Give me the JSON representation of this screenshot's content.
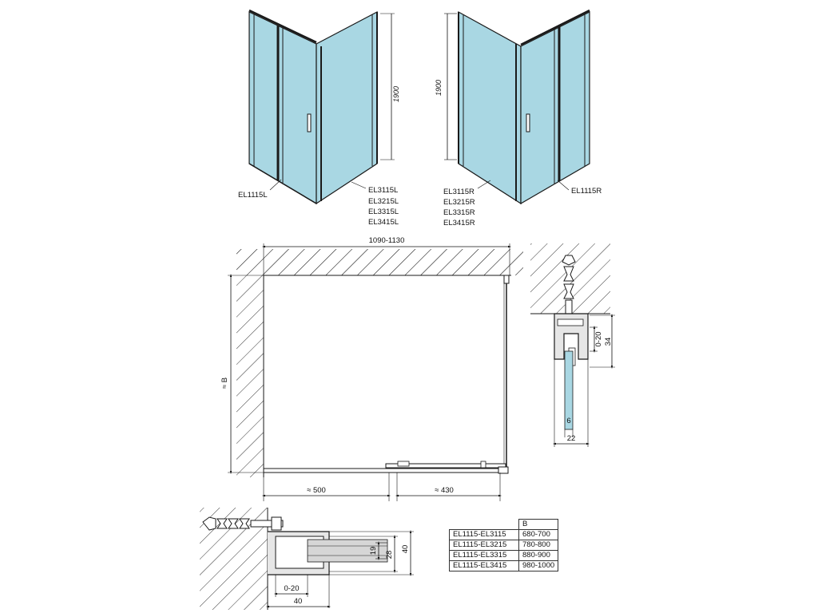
{
  "colors": {
    "glass": "#a9d7e3",
    "line": "#1a1a1a",
    "hatch": "#333333",
    "profile": "#d0d0d0"
  },
  "iso_left": {
    "door_label": "EL1115L",
    "side_labels": [
      "EL3115L",
      "EL3215L",
      "EL3315L",
      "EL3415L"
    ],
    "height_label": "1900"
  },
  "iso_right": {
    "door_label": "EL1115R",
    "side_labels": [
      "EL3115R",
      "EL3215R",
      "EL3315R",
      "EL3415R"
    ],
    "height_label": "1900"
  },
  "plan": {
    "width_label": "1090-1130",
    "depth_label": "≈ B",
    "fixed_label": "≈ 500",
    "opening_label": "≈ 430"
  },
  "detail_right": {
    "range_label": "0-20",
    "height_label": "34",
    "glass_label": "6",
    "width_label": "22"
  },
  "detail_bottom": {
    "range_label": "0-20",
    "width_label": "40",
    "inner_label": "19",
    "mid_label": "28",
    "outer_label": "40"
  },
  "table": {
    "header": [
      "",
      "B"
    ],
    "rows": [
      [
        "EL1115-EL3115",
        "680-700"
      ],
      [
        "EL1115-EL3215",
        "780-800"
      ],
      [
        "EL1115-EL3315",
        "880-900"
      ],
      [
        "EL1115-EL3415",
        "980-1000"
      ]
    ]
  }
}
